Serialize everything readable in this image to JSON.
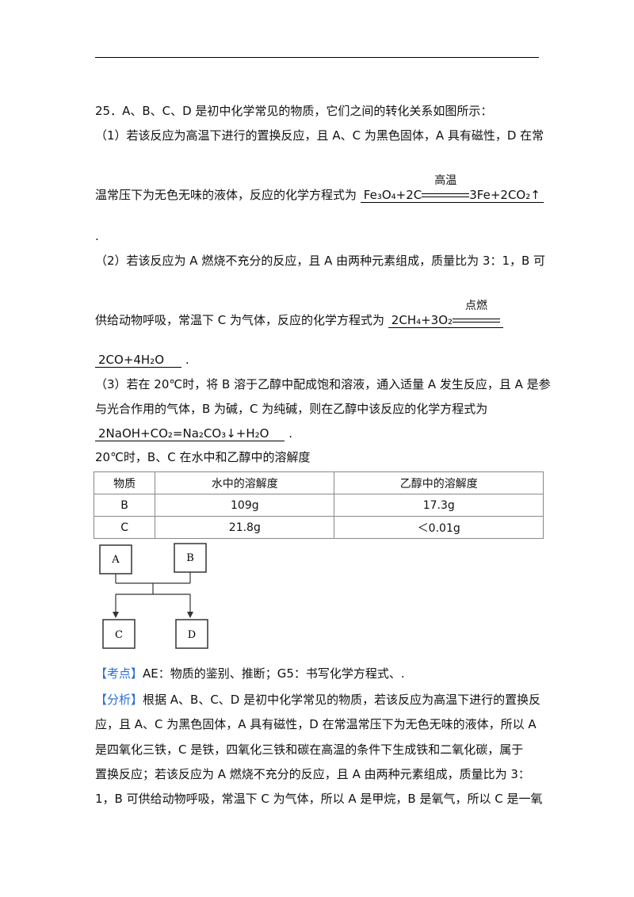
{
  "question": {
    "heading": "25．A、B、C、D 是初中化学常见的物质，它们之间的转化关系如图所示：",
    "p1_line1": "（1）若该反应为高温下进行的置换反应，且 A、C 为黑色固体，A 具有磁性，D 在常",
    "p1_line2": "温常压下为无色无味的液体，反应的化学方程式为",
    "p1_eq_left": "Fe₃O₄+2C",
    "p1_eq_condition": "高温",
    "p1_eq_right": "3Fe+2CO₂↑",
    "p1_end": ".",
    "p2_line1": "（2）若该反应为 A 燃烧不充分的反应，且 A 由两种元素组成，质量比为 3：1，B 可",
    "p2_line2": "供给动物呼吸，常温下 C 为气体，反应的化学方程式为",
    "p2_eq_left": "2CH₄+3O₂",
    "p2_eq_condition": "点燃",
    "p2_eq_right": "2CO+4H₂O",
    "p2_end": ".",
    "p3_line1": "（3）若在 20℃时，将 B 溶于乙醇中配成饱和溶液，通入适量 A 发生反应，且 A 是参",
    "p3_line2": "与光合作用的气体，B 为碱，C 为纯碱，则在乙醇中该反应的化学方程式为",
    "p3_eq": "2NaOH+CO₂=Na₂CO₃↓+H₂O",
    "p3_end": ".",
    "table_caption": "20℃时，B、C 在水中和乙醇中的溶解度",
    "table_headers": [
      "物质",
      "水中的溶解度",
      "乙醇中的溶解度"
    ],
    "table_rows": [
      [
        "B",
        "109g",
        "17.3g"
      ],
      [
        "C",
        "21.8g",
        "＜0.01g"
      ]
    ],
    "diagram_labels": {
      "a": "A",
      "b": "B",
      "c": "C",
      "d": "D"
    }
  },
  "analysis": {
    "kaodian_tag": "【考点】",
    "kaodian_text": "AE：物质的鉴别、推断；G5：书写化学方程式、.",
    "fenxi_tag": "【分析】",
    "fenxi_line1": "根据 A、B、C、D 是初中化学常见的物质，若该反应为高温下进行的置换反",
    "fenxi_line2": "应，且 A、C 为黑色固体，A 具有磁性，D 在常温常压下为无色无味的液体，所以 A",
    "fenxi_line3": "是四氧化三铁，C 是铁，四氧化三铁和碳在高温的条件下生成铁和二氧化碳，属于",
    "fenxi_line4": "置换反应；若该反应为 A 燃烧不充分的反应，且 A 由两种元素组成，质量比为 3：",
    "fenxi_line5": "1，B 可供给动物呼吸，常温下 C 为气体，所以 A 是甲烷，B 是氧气，所以 C 是一氧"
  },
  "colors": {
    "tag": "#2a6fd6"
  }
}
